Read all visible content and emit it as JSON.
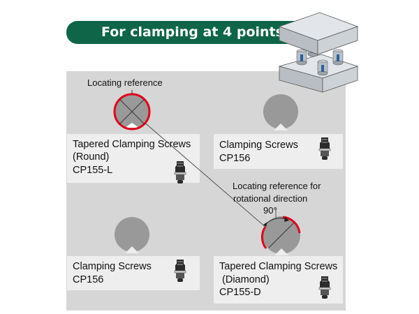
{
  "banner": {
    "title": "For clamping at 4 points"
  },
  "annotations": {
    "locating_reference": "Locating reference",
    "rotational_line1": "Locating reference for",
    "rotational_line2": "rotational direction",
    "angle": "90°"
  },
  "cards": {
    "top_left": {
      "line1": "Tapered Clamping Screws",
      "line2": "(Round)",
      "model": "CP155-L"
    },
    "top_right": {
      "line1": "Clamping Screws",
      "model": "CP156"
    },
    "bottom_left": {
      "line1": "Clamping Screws",
      "model": "CP156"
    },
    "bottom_right": {
      "line1": "Tapered Clamping Screws",
      "line2": " (Diamond)",
      "model": "CP155-D"
    }
  },
  "colors": {
    "banner": "#0e6548",
    "plate": "#d6d6d6",
    "card": "#eeeeee",
    "marker": "#999999",
    "accent": "#e0001b"
  },
  "icons": {
    "screw": "screw-icon",
    "assembly": "plate-assembly-illustration"
  }
}
